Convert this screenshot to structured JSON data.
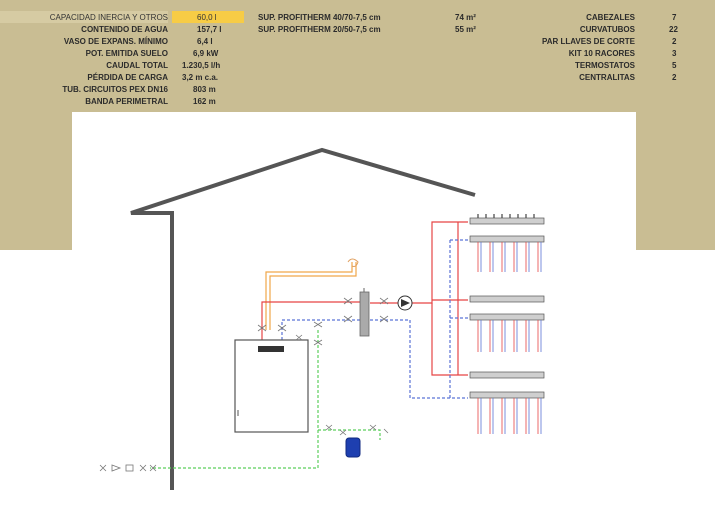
{
  "specs_left": [
    {
      "label": "CAPACIDAD INERCIA Y OTROS",
      "value": "60,0 l"
    },
    {
      "label": "CONTENIDO DE AGUA",
      "value": "157,7 l"
    },
    {
      "label": "VASO DE EXPANS. MÍNIMO",
      "value": "6,4 l"
    },
    {
      "label": "POT. EMITIDA SUELO",
      "value": "6,9 kW"
    },
    {
      "label": "CAUDAL TOTAL",
      "value": "1.230,5 l/h"
    },
    {
      "label": "PÉRDIDA DE CARGA",
      "value": "3,2 m c.a."
    },
    {
      "label": "TUB. CIRCUITOS PEX DN16",
      "value": "803 m"
    },
    {
      "label": "BANDA PERIMETRAL",
      "value": "162 m"
    }
  ],
  "specs_mid": [
    {
      "label": "SUP. PROFITHERM 40/70-7,5 cm",
      "value": "74 m²"
    },
    {
      "label": "SUP. PROFITHERM 20/50-7,5 cm",
      "value": "55 m²"
    }
  ],
  "specs_right": [
    {
      "label": "CABEZALES",
      "value": "7"
    },
    {
      "label": "CURVATUBOS",
      "value": "22"
    },
    {
      "label": "PAR LLAVES DE CORTE",
      "value": "2"
    },
    {
      "label": "KIT 10 RACORES",
      "value": "3"
    },
    {
      "label": "TERMOSTATOS",
      "value": "5"
    },
    {
      "label": "CENTRALITAS",
      "value": "2"
    }
  ],
  "colors": {
    "background_band": "#c9bd93",
    "highlight": "#f7cc45",
    "supply_pipe": "#e64545",
    "return_pipe": "#5a73d6",
    "cold_water_pipe": "#5ccf5c",
    "flue_pipe": "#f0a64a",
    "house_outline": "#555555"
  }
}
